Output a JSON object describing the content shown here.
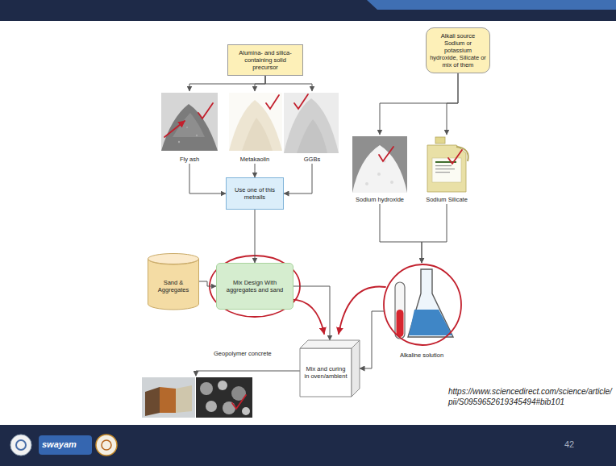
{
  "diagram": {
    "nodes": [
      {
        "text": [
          "Alumina- and silica-containing solid precursor"
        ]
      },
      {
        "text": [
          "Alkali source Sodium or potassium hydroxide, Silicate or mix of them"
        ]
      },
      {
        "text": [
          "Fly ash"
        ]
      },
      {
        "text": [
          "Metakaolin"
        ]
      },
      {
        "text": [
          "GGBs"
        ]
      },
      {
        "text": [
          "Sodium hydroxide"
        ]
      },
      {
        "text": [
          "Sodium Silicate"
        ]
      },
      {
        "text": [
          "Use one of this metrails"
        ]
      },
      {
        "text": [
          "Sand & Aggregates"
        ]
      },
      {
        "text": [
          "Mix Design With aggregates and sand"
        ]
      },
      {
        "text": [
          "Mix and curing in oven/ambient"
        ]
      },
      {
        "text": [
          "Alkaline solution"
        ]
      }
    ],
    "edges": [
      {
        "from": 0,
        "to": 2,
        "arrow": "to"
      },
      {
        "from": 0,
        "to": 3,
        "arrow": "to"
      },
      {
        "from": 0,
        "to": 4,
        "arrow": "to"
      },
      {
        "from": 1,
        "to": 5,
        "arrow": "to"
      },
      {
        "from": 1,
        "to": 6,
        "arrow": "to"
      },
      {
        "from": 2,
        "to": 7,
        "arrow": "to"
      },
      {
        "from": 3,
        "to": 7,
        "arrow": "to"
      },
      {
        "from": 4,
        "to": 7,
        "arrow": "to"
      },
      {
        "from": 7,
        "to": 9,
        "arrow": "to"
      },
      {
        "from": 8,
        "to": 9,
        "arrow": "to"
      },
      {
        "from": 9,
        "to": 10,
        "arrow": "to"
      },
      {
        "from": 5,
        "to": 11,
        "arrow": "to"
      },
      {
        "from": 6,
        "to": 11,
        "arrow": "to"
      },
      {
        "from": 11,
        "to": 10,
        "arrow": "to"
      }
    ],
    "labels": [
      "Geopolymer concrete",
      "https://www.sciencedirect.com/science/article/pii/S0959652619345494#bib101",
      "swayam",
      "42"
    ]
  }
}
